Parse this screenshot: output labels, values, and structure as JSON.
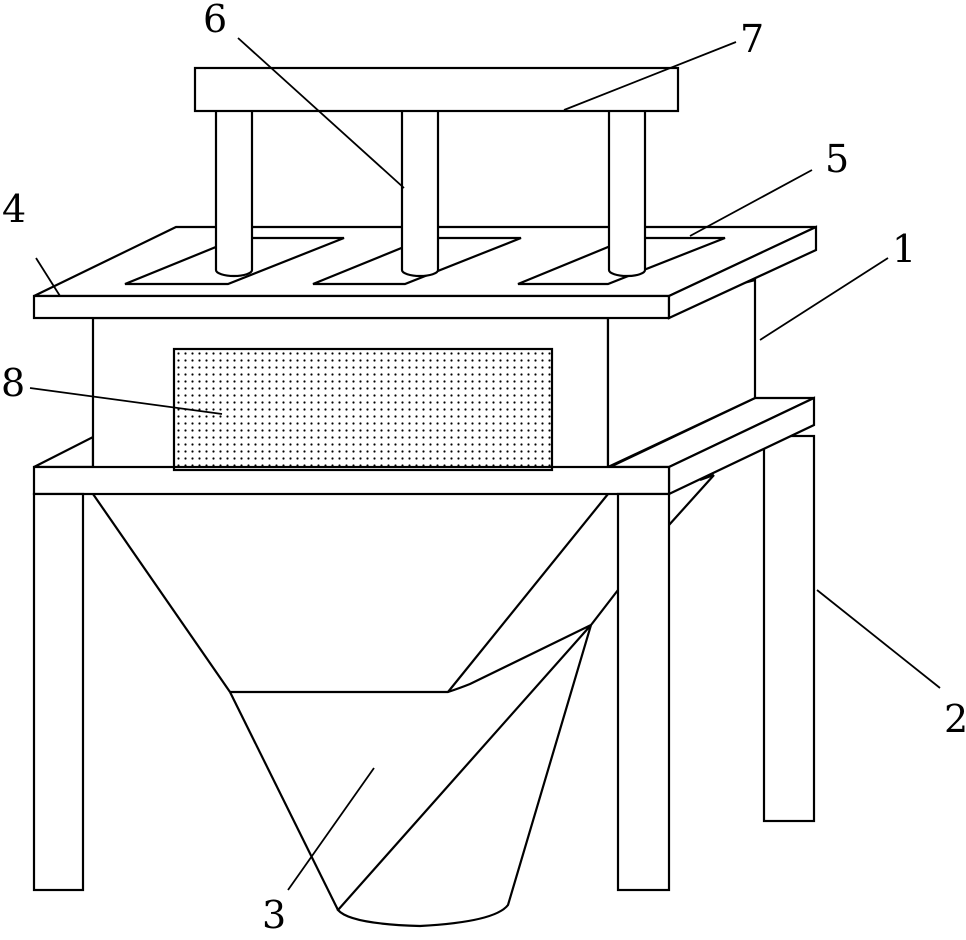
{
  "figure": {
    "labels": {
      "l1": "1",
      "l2": "2",
      "l3": "3",
      "l4": "4",
      "l5": "5",
      "l6": "6",
      "l7": "7",
      "l8": "8"
    }
  },
  "colors": {
    "line": "#000000",
    "background": "#ffffff",
    "dot": "#000000"
  }
}
